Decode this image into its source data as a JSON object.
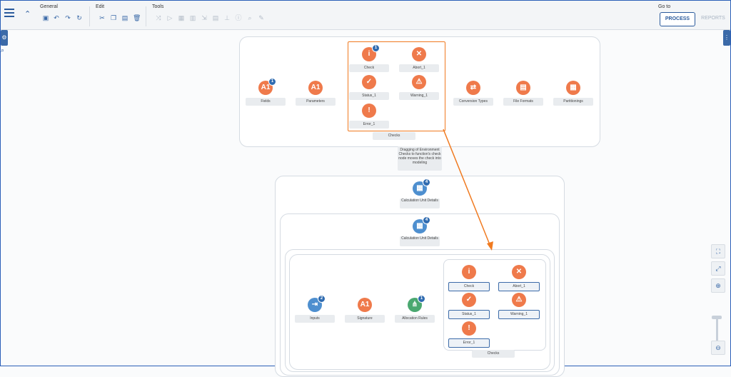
{
  "toolbar": {
    "groups": {
      "general": "General",
      "edit": "Edit",
      "tools": "Tools",
      "goto": "Go to"
    },
    "process_label": "PROCESS",
    "reports_label": "REPORTS"
  },
  "top_panel": {
    "nodes": {
      "fields": {
        "label": "Fields",
        "glyph": "A1",
        "badge": "1"
      },
      "parameters": {
        "label": "Parameters",
        "glyph": "A1"
      },
      "conversion_types": {
        "label": "Conversion Types"
      },
      "file_formats": {
        "label": "File Formats"
      },
      "partitionings": {
        "label": "Partitionings"
      }
    },
    "checks": {
      "check": {
        "label": "Check",
        "badge": "1"
      },
      "abort": {
        "label": "Abort_1"
      },
      "status": {
        "label": "Status_1"
      },
      "warning": {
        "label": "Warning_1"
      },
      "error": {
        "label": "Error_1"
      },
      "group_label": "Checks"
    }
  },
  "note_text": "Dragging of Environment Checks to function's check node moves the check into modeling",
  "calc_unit_outer": {
    "label": "Calculation Unit Details",
    "badge": "4"
  },
  "calc_unit_inner": {
    "label": "Calculation Unit Details",
    "badge": "4"
  },
  "bottom_panel": {
    "nodes": {
      "inputs": {
        "label": "Inputs",
        "badge": "2"
      },
      "signature": {
        "label": "Signature",
        "glyph": "A1"
      },
      "allocation_rules": {
        "label": "Allocation Rules",
        "badge": "1"
      }
    },
    "checks": {
      "check": {
        "label": "Check"
      },
      "abort": {
        "label": "Abort_1"
      },
      "status": {
        "label": "Status_1"
      },
      "warning": {
        "label": "Warning_1"
      },
      "error": {
        "label": "Error_1"
      },
      "group_label": "Checks"
    }
  },
  "colors": {
    "accent": "#2a5a9c",
    "node_orange": "#ef7a4b",
    "highlight": "#f07a20"
  }
}
